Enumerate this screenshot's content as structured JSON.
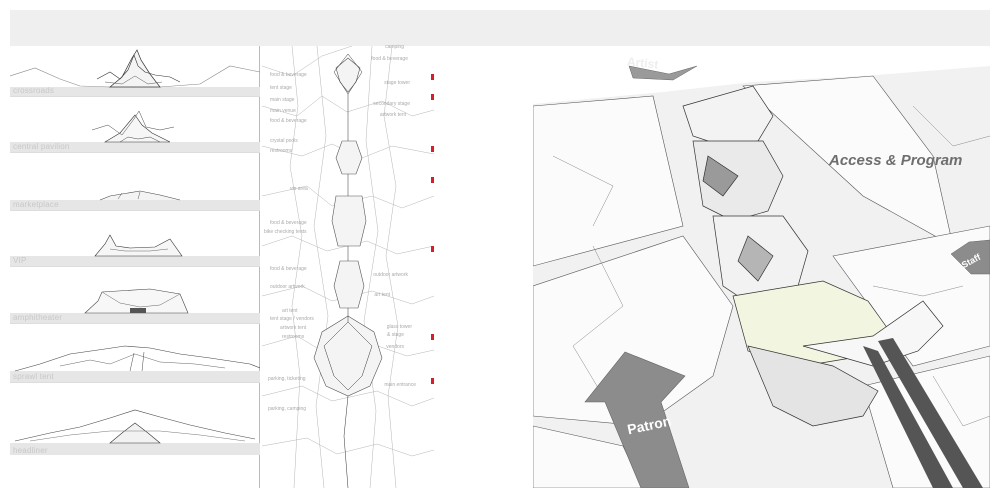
{
  "sections": {
    "rows": [
      {
        "label": "crossroads"
      },
      {
        "label": "central pavilion"
      },
      {
        "label": "marketplace"
      },
      {
        "label": "VIP"
      },
      {
        "label": "amphitheater"
      },
      {
        "label": "sprawl tent"
      },
      {
        "label": "headliner"
      }
    ]
  },
  "plan": {
    "labels_left": [
      "food & beverage",
      "tent stage",
      "main stage",
      "main venue",
      "food & beverage",
      "crystal pools",
      "restrooms",
      "vip area",
      "food & beverage",
      "bike checking tents",
      "food & beverage",
      "outdoor artwork",
      "art tent",
      "tent stage / vendors",
      "artwork tent",
      "restrooms",
      "parking, ticketing",
      "parking, camping"
    ],
    "labels_right": [
      "camping",
      "food & beverage",
      "stage tower",
      "secondary stage",
      "artwork tent",
      "outdoor artwork",
      "art tent",
      "glass tower",
      "& stage",
      "vendors",
      "main entrance"
    ]
  },
  "access": {
    "heading": "Access & Program",
    "arrows": {
      "patron": "Patron",
      "artist": "Artist",
      "staff": "Staff"
    }
  },
  "colors": {
    "marker": "#d21f2a",
    "arrow_fill": "#8c8c8c",
    "heading": "#6e6e6e",
    "ground": "#eeeeee",
    "accent_surface": "#f2f5df"
  }
}
